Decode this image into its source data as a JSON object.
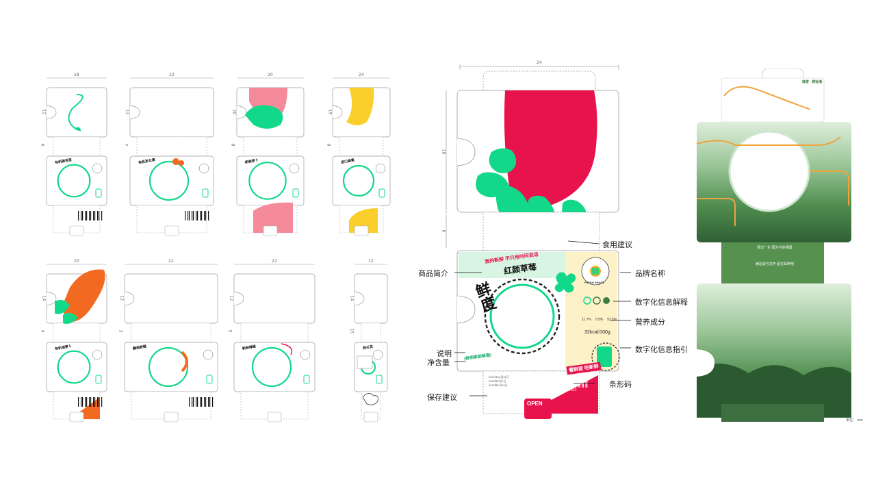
{
  "palette": {
    "green": "#12d88a",
    "red": "#e8134c",
    "pink": "#f58a9a",
    "yellow": "#fbcf2b",
    "orange": "#f26a22",
    "cream": "#fdf1c8",
    "mint": "#d8f4e2",
    "forest": "#3f7d44"
  },
  "small_templates": [
    {
      "width": "18",
      "h1": "12",
      "h2": "6",
      "theme": "sprout",
      "title": "有机碗豆苗"
    },
    {
      "width": "22",
      "h1": "12",
      "h2": "7",
      "theme": "tomato",
      "title": "有机圣女果"
    },
    {
      "width": "20",
      "h1": "20",
      "h2": "8",
      "theme": "radish",
      "title": "新鲜萝卜"
    },
    {
      "width": "24",
      "h1": "19",
      "h2": "8",
      "theme": "banana",
      "title": "进口香蕉"
    },
    {
      "width": "20",
      "h1": "14",
      "h2": "4",
      "theme": "carrot",
      "title": "有机胡萝卜"
    },
    {
      "width": "22",
      "h1": "12",
      "h2": "3",
      "theme": "orange",
      "title": "赣南脐橙"
    },
    {
      "width": "22",
      "h1": "12",
      "h2": "5",
      "theme": "chili",
      "title": "新鲜辣椒"
    },
    {
      "width": "12",
      "h1": "14",
      "h2": "15",
      "theme": "broccoli",
      "title": "西兰花"
    }
  ],
  "main_package": {
    "width": "24",
    "h1": "18",
    "h2": "6",
    "brand_big": "鲜度",
    "slogan": "我的新鲜 不只用时间说话",
    "product_name": "红颜草莓",
    "brand_circle_text": "FRESH GRADE",
    "nutrition": [
      "11.7%",
      "0.5%",
      "53.5%"
    ],
    "calories": "32kcal/100g",
    "side_banner": "看鲜度 吃新鲜",
    "open_label": "OPEN",
    "barcode_numbers": "5130   7513",
    "dates": [
      "2021年12月31日",
      "2022年1月1日",
      "2022年1月10日"
    ]
  },
  "annotations": {
    "serving": "食用建议",
    "intro": "商品简介",
    "brand_name": "品牌名称",
    "digital_info": "数字化信息解释",
    "nutrition": "营养成分",
    "description": "说明",
    "net_weight": "净含量",
    "digital_guide": "数字化信息指引",
    "barcode": "条形码",
    "storage": "保存建议"
  },
  "back_panel": {
    "top_tag": "鲜度 · 耕耘者",
    "quote1": "我过一生 因为与你相遇",
    "quote2": "满足需与关怀 留在耳畔呢",
    "unit_note": "单位： mm"
  }
}
